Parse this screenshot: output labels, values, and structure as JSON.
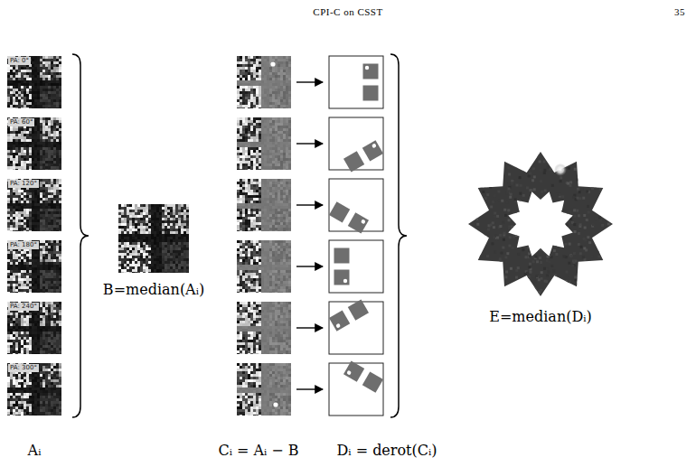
{
  "diagram": {
    "nodes": [
      {
        "text": [
          "PA: 0°"
        ]
      },
      {
        "text": [
          "PA: 60°"
        ]
      },
      {
        "text": [
          "PA: 120°"
        ]
      },
      {
        "text": [
          "PA: 180°"
        ]
      },
      {
        "text": [
          "PA: 240°"
        ]
      },
      {
        "text": [
          "PA: 300°"
        ]
      }
    ],
    "labels": [
      "CPI-C on CSST",
      "35",
      "B=median(Aᵢ)",
      "E=median(Dᵢ)",
      "Aᵢ",
      "Cᵢ = Aᵢ − B",
      "Dᵢ = derot(Cᵢ)"
    ]
  }
}
